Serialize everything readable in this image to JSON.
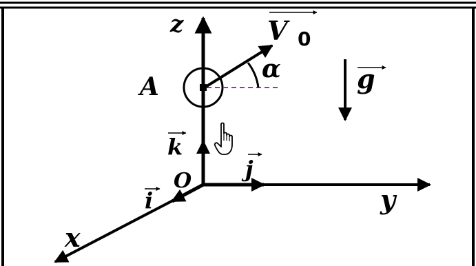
{
  "labels": {
    "z": "z",
    "y": "y",
    "x": "x",
    "origin": "O",
    "point": "A",
    "unit_i": "i",
    "unit_j": "j",
    "unit_k": "k",
    "velocity": "V",
    "velocity_sub": "0",
    "gravity": "g",
    "angle": "α"
  },
  "colors": {
    "ink": "#000000",
    "dashed_reference": "#e000e0",
    "background": "#ffffff"
  },
  "cursor": {
    "icon": "hand-pointer-icon"
  }
}
